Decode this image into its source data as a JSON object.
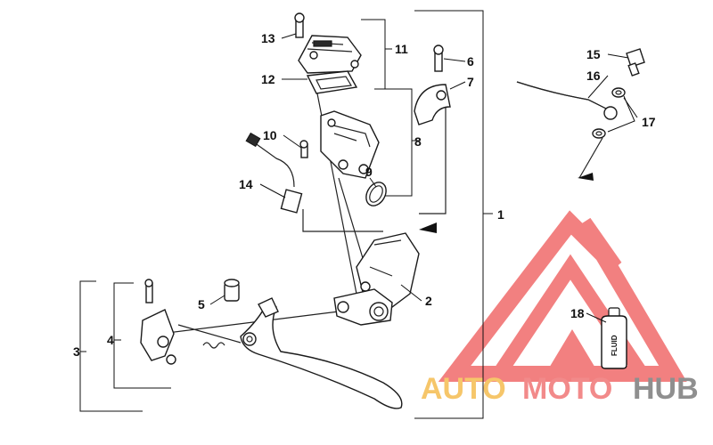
{
  "callouts": {
    "c1": "1",
    "c2": "2",
    "c3": "3",
    "c4": "4",
    "c5": "5",
    "c6": "6",
    "c7": "7",
    "c8": "8",
    "c9": "9",
    "c10": "10",
    "c11": "11",
    "c12": "12",
    "c13": "13",
    "c14": "14",
    "c15": "15",
    "c16": "16",
    "c17": "17",
    "c18": "18"
  },
  "bottle": {
    "label": "FLUID"
  },
  "watermark": {
    "part1": "AUTO",
    "part2": "MOTO",
    "part3": "HUB",
    "colors": {
      "auto": "#f6c66a",
      "moto": "#f28a8a",
      "hub": "#8f8f8f",
      "triangle": "#f06a6a"
    }
  }
}
